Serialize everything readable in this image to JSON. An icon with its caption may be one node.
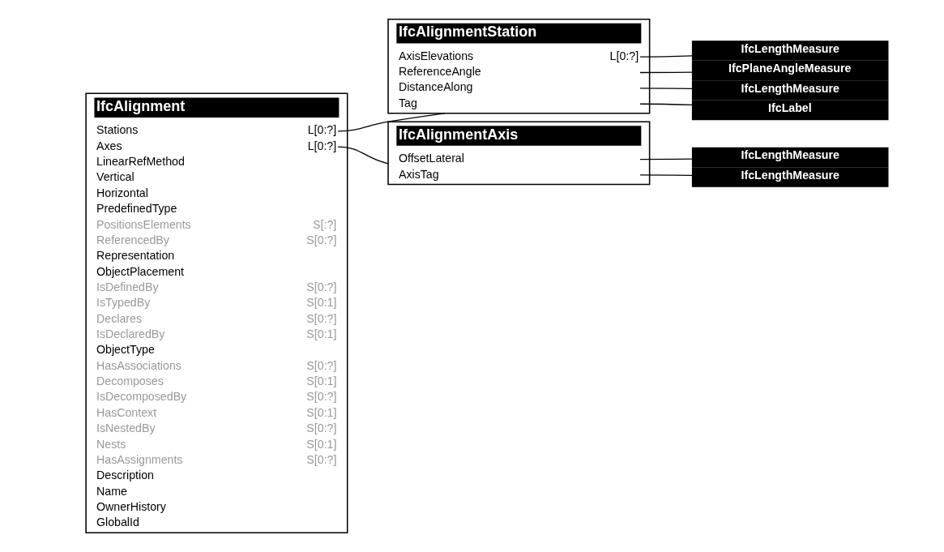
{
  "diagram": {
    "nodes": [
      {
        "text": [
          "IfcAlignment"
        ]
      },
      {
        "text": [
          "GlobalId"
        ],
        "in": 0
      },
      {
        "text": [
          "OwnerHistory"
        ],
        "in": 0
      },
      {
        "text": [
          "Name"
        ],
        "in": 0
      },
      {
        "text": [
          "Description"
        ],
        "in": 0
      },
      {
        "text": [
          "HasAssignments",
          "S[0:?]"
        ],
        "in": 0
      },
      {
        "text": [
          "Nests",
          "S[0:1]"
        ],
        "in": 0
      },
      {
        "text": [
          "IsNestedBy",
          "S[0:?]"
        ],
        "in": 0
      },
      {
        "text": [
          "HasContext",
          "S[0:1]"
        ],
        "in": 0
      },
      {
        "text": [
          "IsDecomposedBy",
          "S[0:?]"
        ],
        "in": 0
      },
      {
        "text": [
          "Decomposes",
          "S[0:1]"
        ],
        "in": 0
      },
      {
        "text": [
          "HasAssociations",
          "S[0:?]"
        ],
        "in": 0
      },
      {
        "text": [
          "ObjectType"
        ],
        "in": 0
      },
      {
        "text": [
          "IsDeclaredBy",
          "S[0:1]"
        ],
        "in": 0
      },
      {
        "text": [
          "Declares",
          "S[0:?]"
        ],
        "in": 0
      },
      {
        "text": [
          "IsTypedBy",
          "S[0:1]"
        ],
        "in": 0
      },
      {
        "text": [
          "IsDefinedBy",
          "S[0:?]"
        ],
        "in": 0
      },
      {
        "text": [
          "ObjectPlacement"
        ],
        "in": 0
      },
      {
        "text": [
          "Representation"
        ],
        "in": 0
      },
      {
        "text": [
          "ReferencedBy",
          "S[0:?]"
        ],
        "in": 0
      },
      {
        "text": [
          "PositionsElements",
          "S[:?]"
        ],
        "in": 0
      },
      {
        "text": [
          "PredefinedType"
        ],
        "in": 0
      },
      {
        "text": [
          "Horizontal"
        ],
        "in": 0
      },
      {
        "text": [
          "Vertical"
        ],
        "in": 0
      },
      {
        "text": [
          "LinearRefMethod"
        ],
        "in": 0
      },
      {
        "text": [
          "Stations",
          "L[0:?]"
        ],
        "in": 0
      },
      {
        "text": [
          "Axes",
          "L[0:?]"
        ],
        "in": 0
      },
      {
        "text": [
          "IfcAlignmentStation"
        ]
      },
      {
        "text": [
          "Tag"
        ],
        "in": 27
      },
      {
        "text": [
          "DistanceAlong"
        ],
        "in": 27
      },
      {
        "text": [
          "ReferenceAngle"
        ],
        "in": 27
      },
      {
        "text": [
          "AxisElevations",
          "L[0:?]"
        ],
        "in": 27
      },
      {
        "text": [
          "IfcAlignmentAxis"
        ]
      },
      {
        "text": [
          "AxisTag"
        ],
        "in": 32
      },
      {
        "text": [
          "OffsetLateral"
        ],
        "in": 32
      },
      {
        "text": [
          "IfcLabel"
        ]
      },
      {
        "text": [
          "IfcLengthMeasure"
        ]
      },
      {
        "text": [
          "IfcPlaneAngleMeasure"
        ]
      },
      {
        "text": [
          "IfcLengthMeasure"
        ]
      },
      {
        "text": [
          "IfcLengthMeasure"
        ]
      },
      {
        "text": [
          "IfcLengthMeasure"
        ]
      }
    ],
    "edges": [
      {
        "from": 25,
        "to": 27,
        "arrow": "none"
      },
      {
        "from": 26,
        "to": 32,
        "arrow": "none"
      },
      {
        "from": 28,
        "to": 35,
        "arrow": "none"
      },
      {
        "from": 29,
        "to": 36,
        "arrow": "none"
      },
      {
        "from": 30,
        "to": 37,
        "arrow": "none"
      },
      {
        "from": 31,
        "to": 38,
        "arrow": "none"
      },
      {
        "from": 33,
        "to": 39,
        "arrow": "none"
      },
      {
        "from": 34,
        "to": 40,
        "arrow": "none"
      }
    ]
  }
}
